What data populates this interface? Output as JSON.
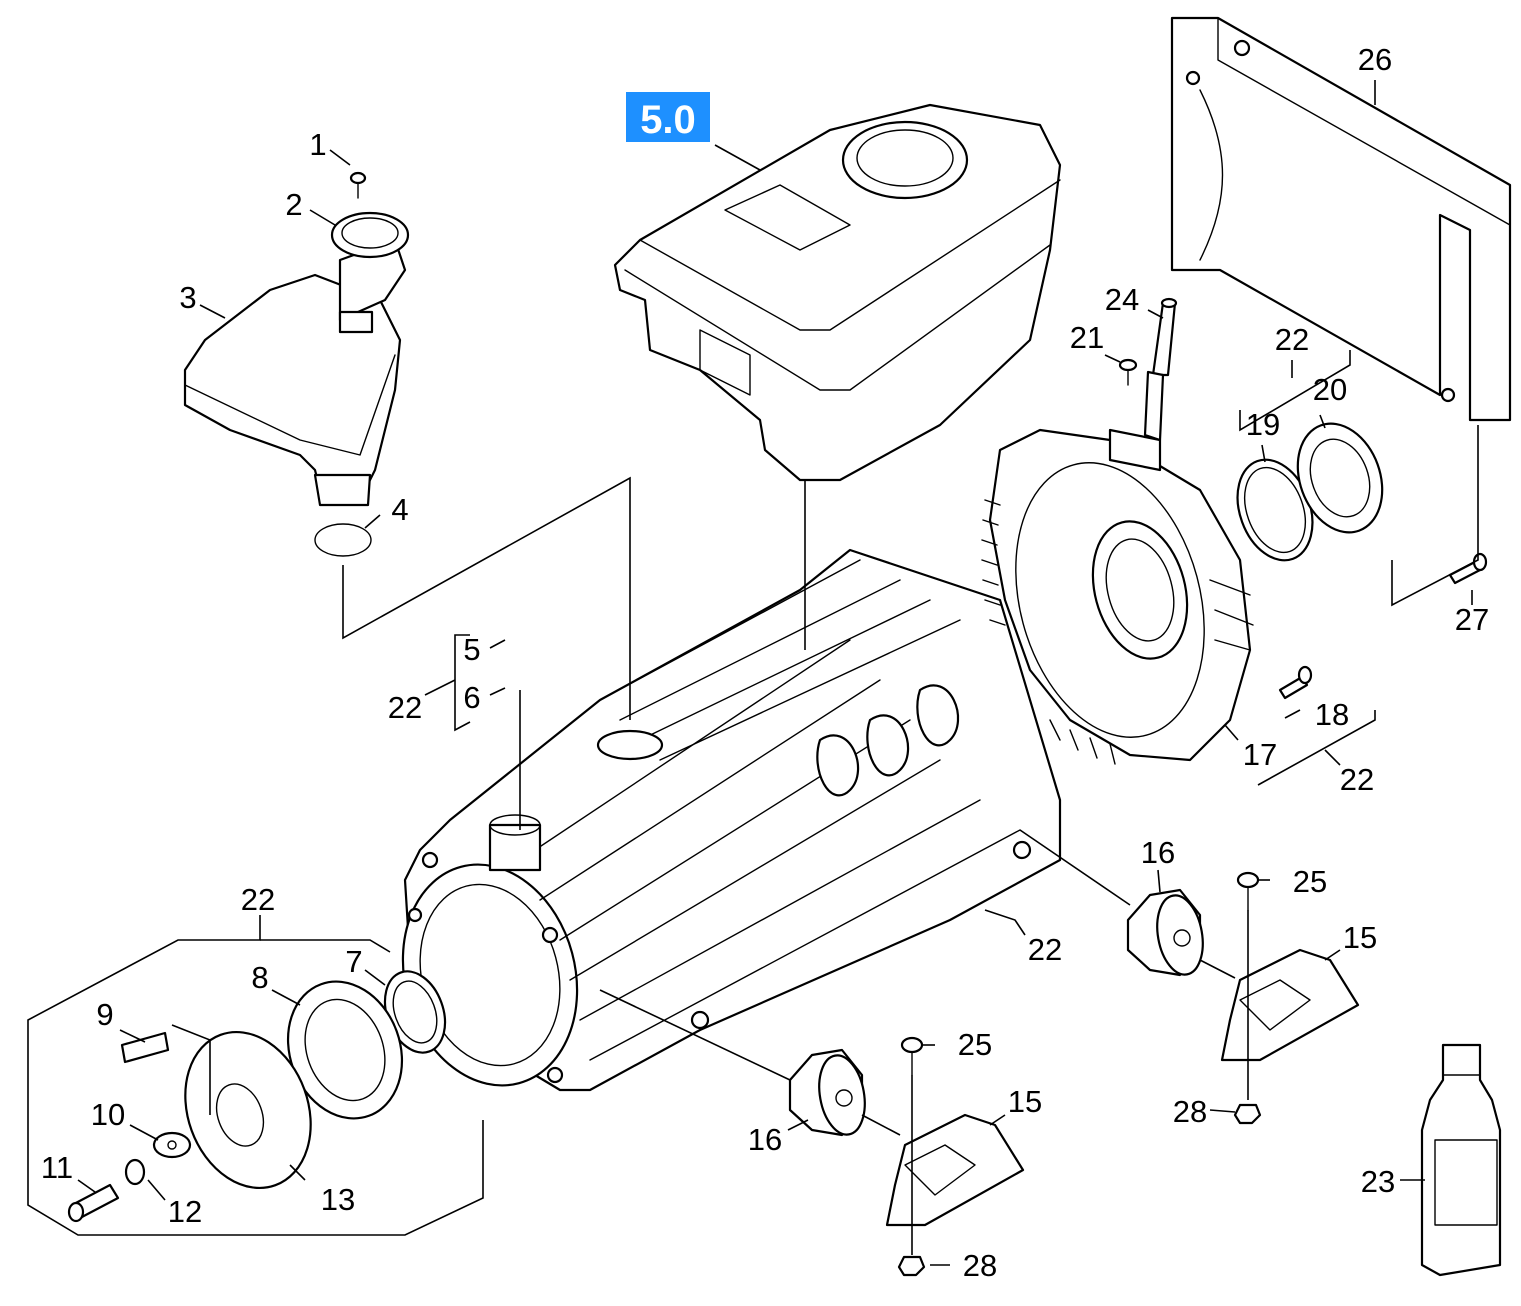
{
  "section_badge": {
    "label": "5.0",
    "color": "#1e90ff"
  },
  "callouts": [
    {
      "id": "c1",
      "label": "1"
    },
    {
      "id": "c2",
      "label": "2"
    },
    {
      "id": "c3",
      "label": "3"
    },
    {
      "id": "c4",
      "label": "4"
    },
    {
      "id": "c5",
      "label": "5"
    },
    {
      "id": "c6",
      "label": "6"
    },
    {
      "id": "c22a",
      "label": "22"
    },
    {
      "id": "c24",
      "label": "24"
    },
    {
      "id": "c21",
      "label": "21"
    },
    {
      "id": "c22b",
      "label": "22"
    },
    {
      "id": "c19",
      "label": "19"
    },
    {
      "id": "c20",
      "label": "20"
    },
    {
      "id": "c26",
      "label": "26"
    },
    {
      "id": "c27",
      "label": "27"
    },
    {
      "id": "c18",
      "label": "18"
    },
    {
      "id": "c17",
      "label": "17"
    },
    {
      "id": "c22c",
      "label": "22"
    },
    {
      "id": "c16a",
      "label": "16"
    },
    {
      "id": "c25a",
      "label": "25"
    },
    {
      "id": "c15a",
      "label": "15"
    },
    {
      "id": "c22d",
      "label": "22"
    },
    {
      "id": "c28a",
      "label": "28"
    },
    {
      "id": "c23",
      "label": "23"
    },
    {
      "id": "c22e",
      "label": "22"
    },
    {
      "id": "c7",
      "label": "7"
    },
    {
      "id": "c8",
      "label": "8"
    },
    {
      "id": "c9",
      "label": "9"
    },
    {
      "id": "c10",
      "label": "10"
    },
    {
      "id": "c11",
      "label": "11"
    },
    {
      "id": "c12",
      "label": "12"
    },
    {
      "id": "c13",
      "label": "13"
    },
    {
      "id": "c16b",
      "label": "16"
    },
    {
      "id": "c25b",
      "label": "25"
    },
    {
      "id": "c15b",
      "label": "15"
    },
    {
      "id": "c28b",
      "label": "28"
    }
  ]
}
